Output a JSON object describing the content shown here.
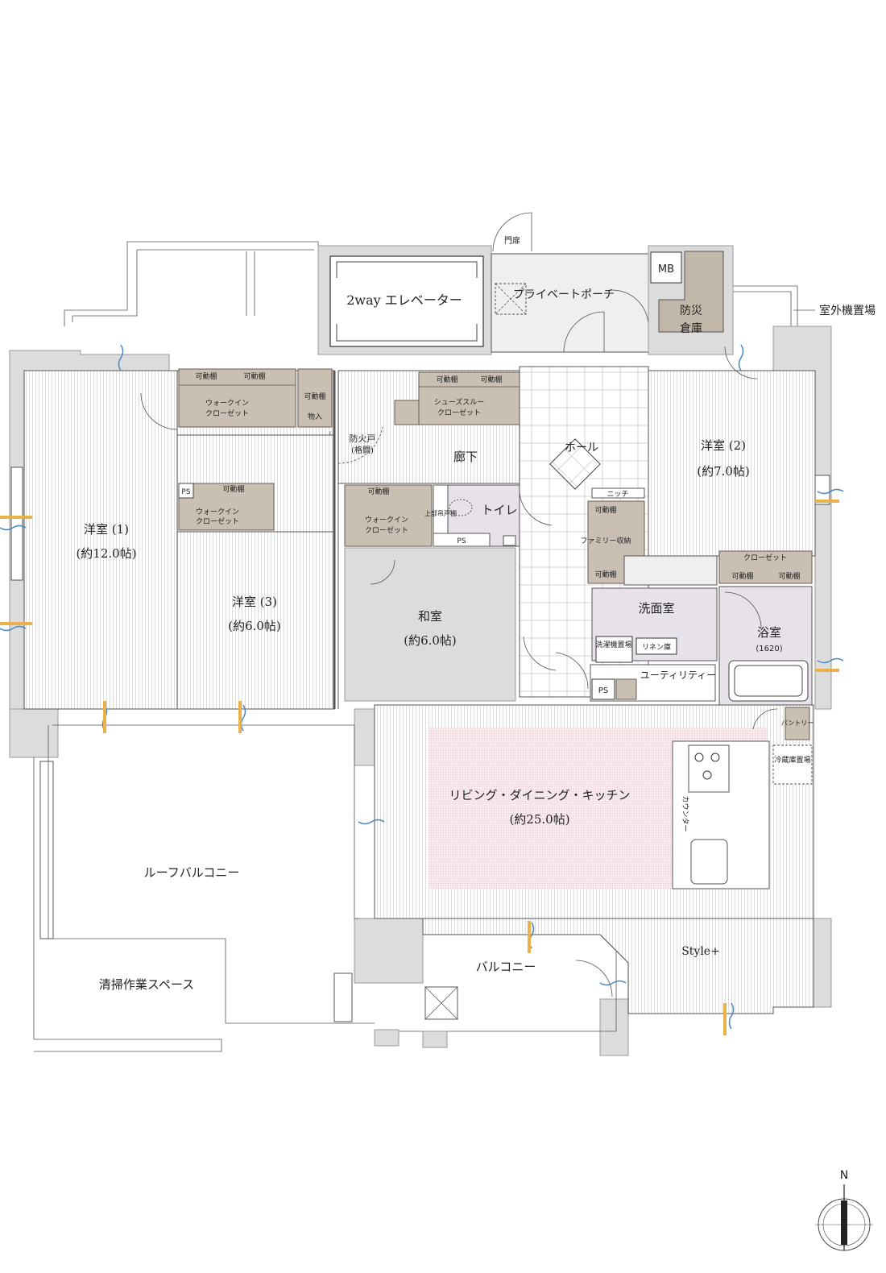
{
  "labels": {
    "elevator": "2way エレベーター",
    "private_porch": "プライベートポーチ",
    "gate": "門扉",
    "mb": "MB",
    "disaster_storage_1": "防災",
    "disaster_storage_2": "倉庫",
    "outdoor_unit": "室外機置場",
    "western1_name": "洋室 (1)",
    "western1_size": "(約12.0帖)",
    "western2_name": "洋室 (2)",
    "western2_size": "(約7.0帖)",
    "western3_name": "洋室 (3)",
    "western3_size": "(約6.0帖)",
    "japanese_name": "和室",
    "japanese_size": "(約6.0帖)",
    "ldk_name": "リビング・ダイニング・キッチン",
    "ldk_size": "(約25.0帖)",
    "corridor": "廊下",
    "hall": "ホール",
    "niche": "ニッチ",
    "toilet": "トイレ",
    "upper_cabinet": "上部吊戸棚",
    "fire_door_1": "防火戸",
    "fire_door_2": "(格闘)",
    "washroom": "洗面室",
    "bathroom": "浴室",
    "bath_size": "(1620)",
    "washer": "洗濯機置場",
    "linen": "リネン庫",
    "utility": "ユーティリティー",
    "family_storage": "ファミリー収納",
    "closet": "クローゼット",
    "pantry": "パントリー",
    "fridge": "冷蔵庫置場",
    "counter": "カウンター",
    "shoes_closet_1": "シューズスルー",
    "shoes_closet_2": "クローゼット",
    "walk_in_1": "ウォークイン",
    "walk_in_2": "クローゼット",
    "storage": "物入",
    "movable_shelf": "可動棚",
    "ps": "PS",
    "roof_balcony": "ルーフバルコニー",
    "cleaning_space": "清掃作業スペース",
    "balcony": "バルコニー",
    "style_plus": "Style+",
    "north": "N"
  }
}
